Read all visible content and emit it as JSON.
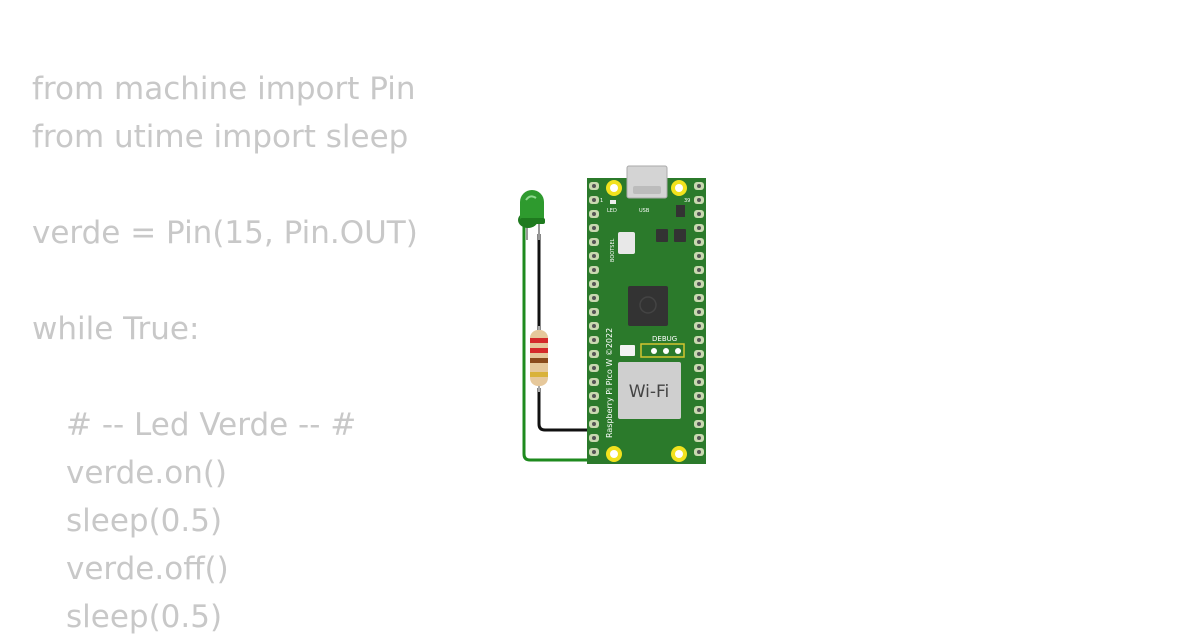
{
  "code": {
    "lines": [
      {
        "text": "from machine import Pin",
        "indent": false
      },
      {
        "text": "from utime import sleep",
        "indent": false
      },
      {
        "text": "",
        "indent": false
      },
      {
        "text": "verde = Pin(15, Pin.OUT)",
        "indent": false
      },
      {
        "text": "",
        "indent": false
      },
      {
        "text": "while True:",
        "indent": false
      },
      {
        "text": "",
        "indent": false
      },
      {
        "text": "# -- Led Verde -- #",
        "indent": true
      },
      {
        "text": "verde.on()",
        "indent": true
      },
      {
        "text": "sleep(0.5)",
        "indent": true
      },
      {
        "text": "verde.off()",
        "indent": true
      },
      {
        "text": "sleep(0.5)",
        "indent": true
      }
    ]
  },
  "board": {
    "led_label": "LED",
    "usb_label": "USB",
    "bootsel_label": "BOOTSEL",
    "debug_label": "DEBUG",
    "wifi_label": "Wi-Fi",
    "model_label": "Raspberry Pi Pico W ©2022",
    "pin_num_top_left": "1",
    "pin_num_top_right": "39",
    "pcb_color": "#2b7a2b"
  },
  "components": {
    "led_color": "#2e9a2e",
    "wire_black": "#111111",
    "wire_green": "#1e8a1e"
  }
}
